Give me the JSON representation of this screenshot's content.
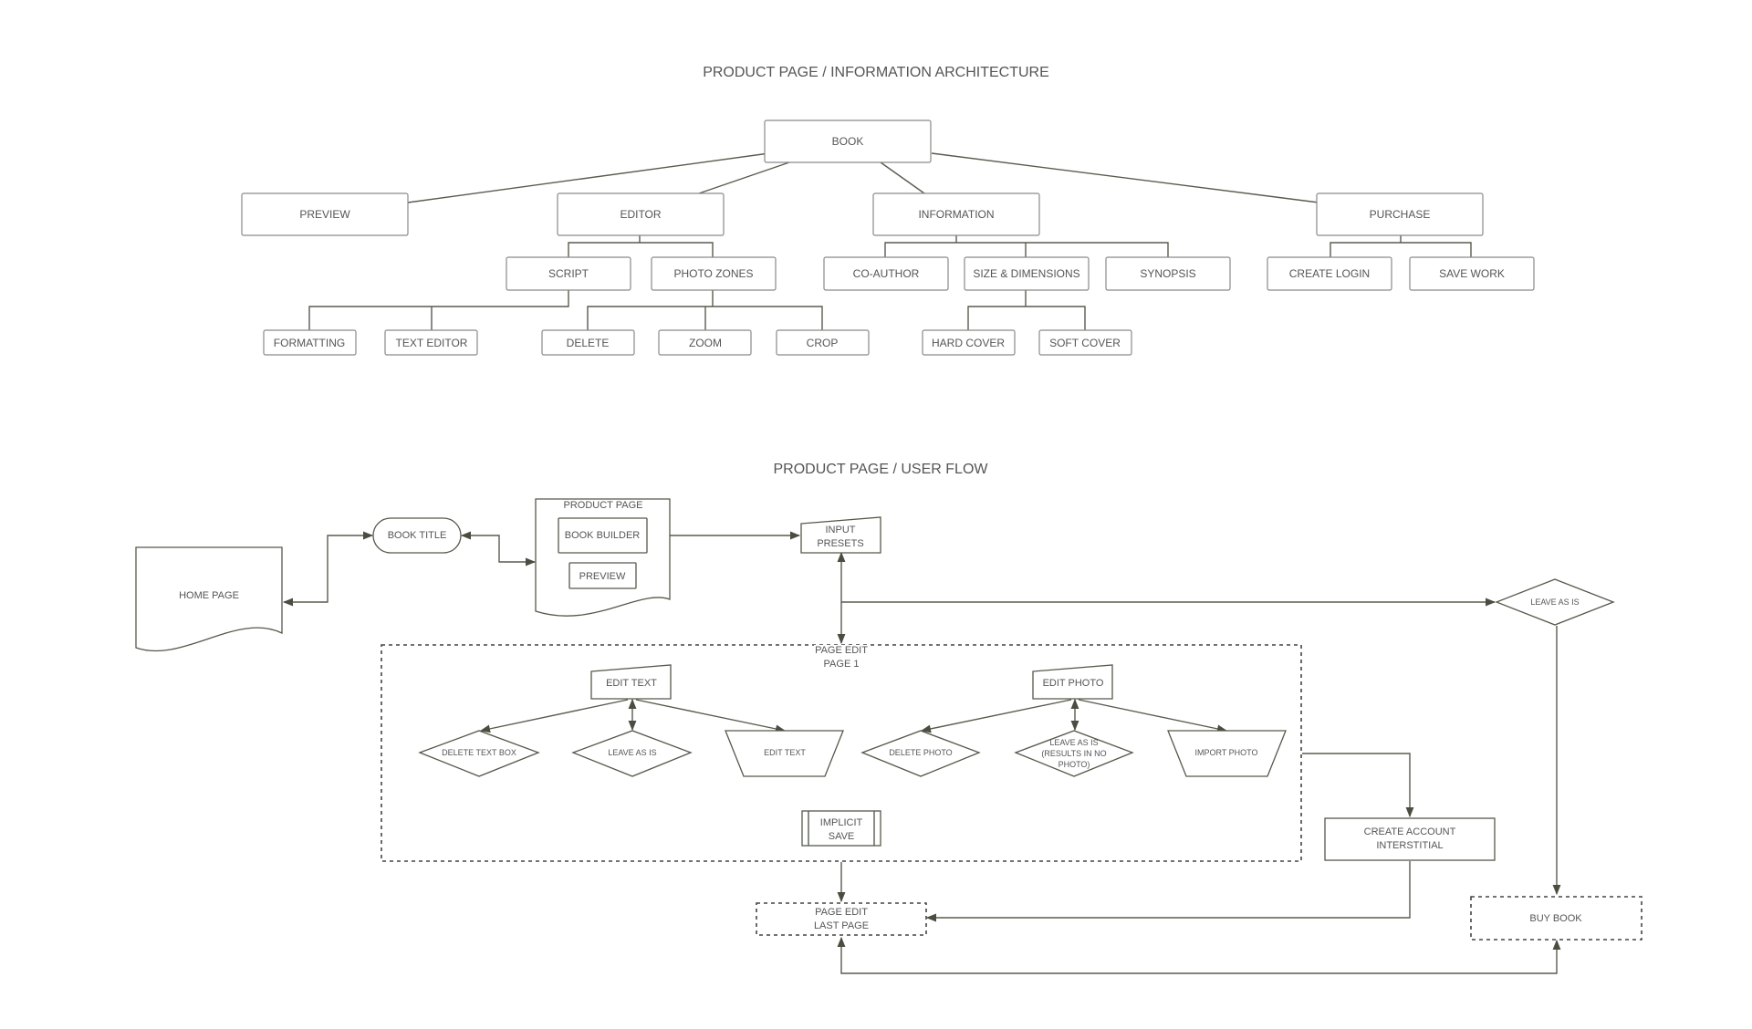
{
  "ia": {
    "title": "PRODUCT PAGE / INFORMATION ARCHITECTURE",
    "book": "BOOK",
    "preview": "PREVIEW",
    "editor": "EDITOR",
    "information": "INFORMATION",
    "purchase": "PURCHASE",
    "script": "SCRIPT",
    "photo_zones": "PHOTO ZONES",
    "co_author": "CO-AUTHOR",
    "size_dimensions": "SIZE & DIMENSIONS",
    "synopsis": "SYNOPSIS",
    "create_login": "CREATE LOGIN",
    "save_work": "SAVE WORK",
    "formatting": "FORMATTING",
    "text_editor": "TEXT EDITOR",
    "delete": "DELETE",
    "zoom": "ZOOM",
    "crop": "CROP",
    "hard_cover": "HARD COVER",
    "soft_cover": "SOFT COVER"
  },
  "flow": {
    "title": "PRODUCT PAGE / USER FLOW",
    "home_page": "HOME PAGE",
    "book_title": "BOOK TITLE",
    "product_page": "PRODUCT PAGE",
    "book_builder": "BOOK BUILDER",
    "preview": "PREVIEW",
    "input_presets_1": "INPUT",
    "input_presets_2": "PRESETS",
    "leave_as_is_top": "LEAVE AS IS",
    "page_edit_1": "PAGE EDIT",
    "page_edit_2": "PAGE 1",
    "edit_text_box": "EDIT TEXT",
    "edit_photo_box": "EDIT PHOTO",
    "delete_text_box": "DELETE TEXT BOX",
    "leave_as_is": "LEAVE AS IS",
    "edit_text": "EDIT TEXT",
    "delete_photo": "DELETE PHOTO",
    "leave_photo_1": "LEAVE AS IS",
    "leave_photo_2": "(RESULTS IN NO",
    "leave_photo_3": "PHOTO)",
    "import_photo": "IMPORT PHOTO",
    "implicit_save_1": "IMPLICIT",
    "implicit_save_2": "SAVE",
    "create_account_1": "CREATE ACCOUNT",
    "create_account_2": "INTERSTITIAL",
    "last_page_1": "PAGE EDIT",
    "last_page_2": "LAST PAGE",
    "buy_book": "BUY BOOK"
  }
}
